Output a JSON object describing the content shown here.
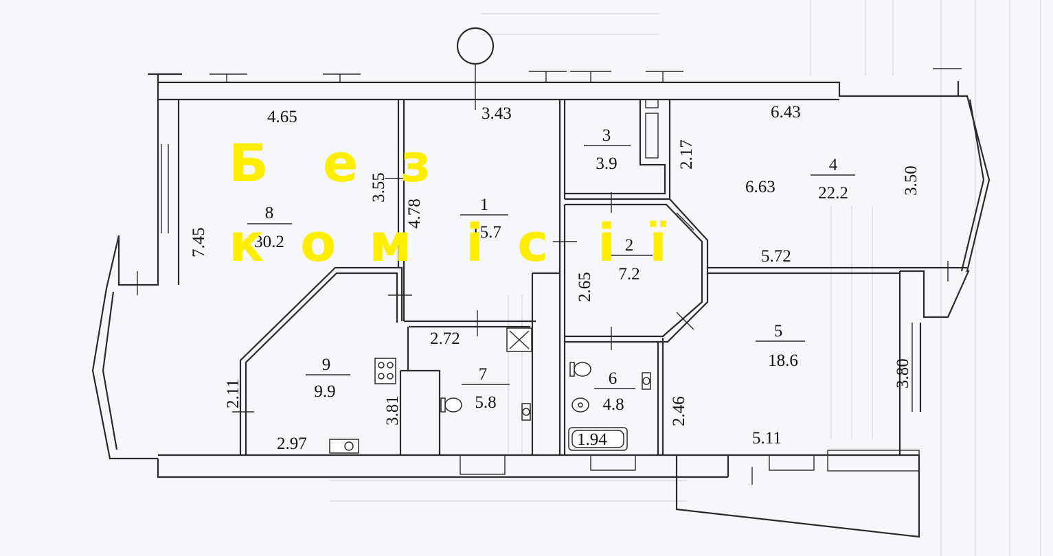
{
  "rooms": [
    {
      "id": "room-1",
      "number": "1",
      "area": "15.7"
    },
    {
      "id": "room-2",
      "number": "2",
      "area": "7.2"
    },
    {
      "id": "room-3",
      "number": "3",
      "area": "3.9"
    },
    {
      "id": "room-4",
      "number": "4",
      "area": "22.2"
    },
    {
      "id": "room-5",
      "number": "5",
      "area": "18.6"
    },
    {
      "id": "room-6",
      "number": "6",
      "area": "4.8"
    },
    {
      "id": "room-7",
      "number": "7",
      "area": "5.8"
    },
    {
      "id": "room-8",
      "number": "8",
      "area": "30.2"
    },
    {
      "id": "room-9",
      "number": "9",
      "area": "9.9"
    }
  ],
  "dimensions": {
    "d_4_65": "4.65",
    "d_3_43": "3.43",
    "d_6_43": "6.43",
    "d_3_55": "3.55",
    "d_4_78": "4.78",
    "d_2_17": "2.17",
    "d_6_63": "6.63",
    "d_3_50": "3.50",
    "d_7_45": "7.45",
    "d_5_72": "5.72",
    "d_2_65": "2.65",
    "d_2_72": "2.72",
    "d_2_11": "2.11",
    "d_3_81": "3.81",
    "d_2_97": "2.97",
    "d_2_46": "2.46",
    "d_1_94": "1.94",
    "d_5_11": "5.11",
    "d_3_80": "3.80"
  },
  "watermark": {
    "line1": [
      "Б",
      "е",
      "з"
    ],
    "line2": [
      "к",
      "о",
      "м",
      "і",
      "с",
      "і",
      "ї"
    ]
  }
}
